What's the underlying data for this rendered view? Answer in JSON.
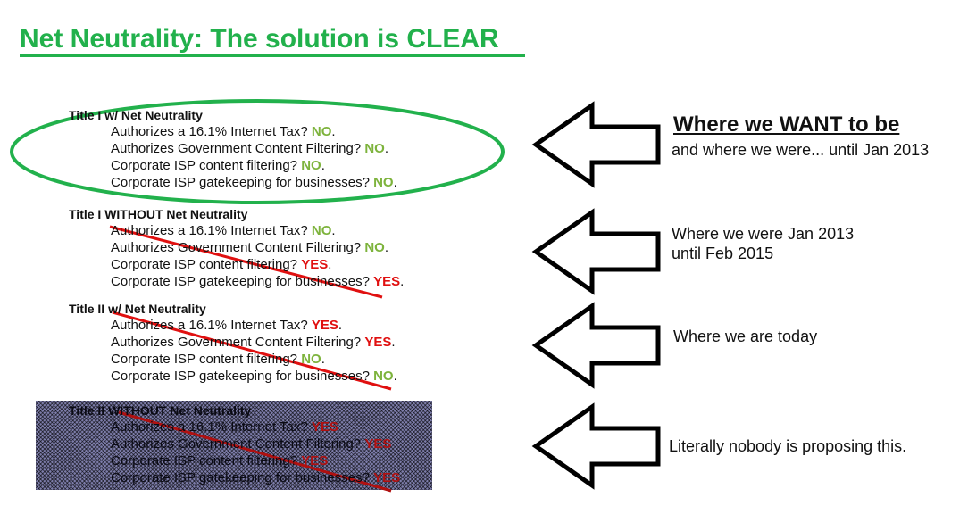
{
  "title": "Net Neutrality: The solution is CLEAR",
  "questions": {
    "tax": "Authorizes a 16.1% Internet Tax?",
    "gov_filter": "Authorizes Government Content Filtering?",
    "isp_filter": "Corporate ISP content filtering?",
    "gatekeeping": "Corporate ISP gatekeeping for businesses?"
  },
  "scenarios": [
    {
      "heading": "Title I w/ Net Neutrality",
      "answers": [
        "NO",
        "NO",
        "NO",
        "NO"
      ],
      "note_main": "Where we WANT to be",
      "note_sub": "and where we were... until Jan 2013"
    },
    {
      "heading": "Title I WITHOUT Net Neutrality",
      "answers": [
        "NO",
        "NO",
        "YES",
        "YES"
      ],
      "note_line1": "Where we were Jan 2013",
      "note_line2": "until Feb 2015"
    },
    {
      "heading": "Title II w/ Net Neutrality",
      "answers": [
        "YES",
        "YES",
        "NO",
        "NO"
      ],
      "note_line1": "Where we are today"
    },
    {
      "heading": "Title II WITHOUT Net Neutrality",
      "answers": [
        "YES",
        "YES",
        "YES",
        "YES"
      ],
      "note_line1": "Literally nobody is proposing this."
    }
  ],
  "punctuation": ".",
  "colors": {
    "title_green": "#22b14c",
    "no_green": "#7db33c",
    "yes_red": "#e01010",
    "strike_red": "#e01010",
    "shade": "#7d7daa"
  }
}
